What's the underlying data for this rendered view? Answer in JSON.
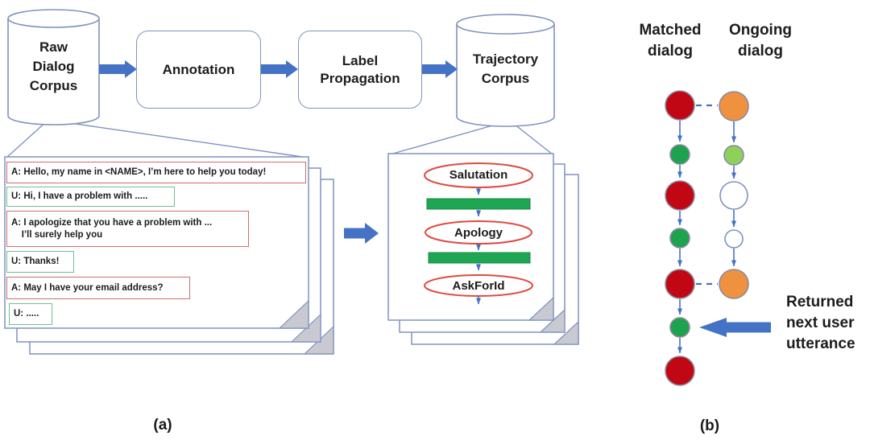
{
  "figure": {
    "panel_a": {
      "caption": "(a)",
      "pipeline": {
        "raw_dialog_corpus": "Raw\nDialog\nCorpus",
        "annotation": "Annotation",
        "label_propagation": "Label\nPropagation",
        "trajectory_corpus": "Trajectory\nCorpus"
      },
      "dialog_page": {
        "turns": [
          {
            "type": "agent",
            "text": "A: Hello, my name in <NAME>, I’m here to help you today!"
          },
          {
            "type": "user",
            "text": "U: Hi, I have a problem with ....."
          },
          {
            "type": "agent",
            "text": "A: I apologize that you have a problem with ...\n    I’ll surely help you"
          },
          {
            "type": "user",
            "text": "U: Thanks!"
          },
          {
            "type": "agent",
            "text": "A: May I have your email address?"
          },
          {
            "type": "user",
            "text": "U: ....."
          }
        ]
      },
      "trajectory_page": {
        "steps": [
          "Salutation",
          "Apology",
          "AskForId"
        ]
      }
    },
    "panel_b": {
      "caption": "(b)",
      "matched_column": {
        "title": "Matched\ndialog",
        "nodes": [
          "red",
          "green",
          "red",
          "green",
          "red",
          "green",
          "red"
        ]
      },
      "ongoing_column": {
        "title": "Ongoing\ndialog",
        "nodes": [
          "orange",
          "light-green",
          "white",
          "white",
          "orange"
        ]
      },
      "returned_annotation": "Returned\nnext user\nutterance"
    },
    "colors": {
      "outline_blue_gray": "#7E93BE",
      "arrow_blue": "#4472C4",
      "agent_box_border": "#CD6F6B",
      "user_box_border": "#6FBF92",
      "step_ellipse_stroke": "#DE4A3F",
      "segment_bar_green": "#1EA653",
      "node_red": "#C00713",
      "node_green": "#1DA24D",
      "node_orange": "#EF913E",
      "node_light_green": "#8FD05A",
      "page_fold_gray": "#C9CAD1",
      "text": "#1C1C1C"
    }
  }
}
